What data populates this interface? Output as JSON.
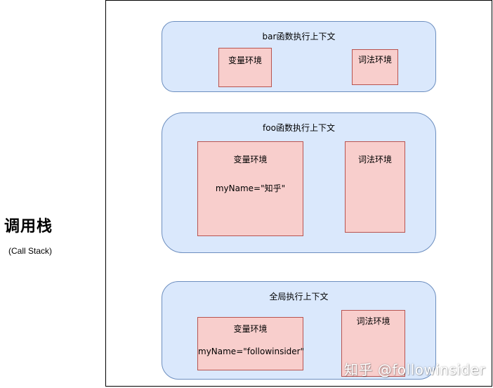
{
  "side": {
    "title": "调用栈",
    "subtitle": "(Call Stack)"
  },
  "contexts": {
    "bar": {
      "title": "bar函数执行上下文",
      "variable_env": {
        "label": "变量环境"
      },
      "lexical_env": {
        "label": "词法环境"
      }
    },
    "foo": {
      "title": "foo函数执行上下文",
      "variable_env": {
        "label": "变量环境",
        "value": "myName=\"知乎\""
      },
      "lexical_env": {
        "label": "词法环境"
      }
    },
    "global": {
      "title": "全局执行上下文",
      "variable_env": {
        "label": "变量环境",
        "value": "myName=\"followinsider\""
      },
      "lexical_env": {
        "label": "词法环境"
      }
    }
  },
  "watermark": "知乎 @followinsider",
  "colors": {
    "context_fill": "#dae8fc",
    "context_border": "#6c8ebf",
    "env_fill": "#f8cecc",
    "env_border": "#b85450"
  }
}
